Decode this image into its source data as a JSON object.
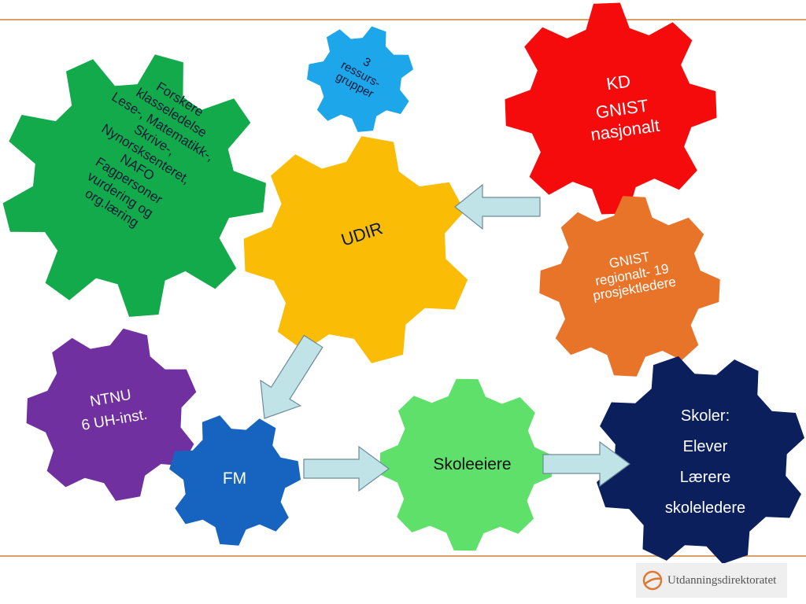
{
  "colors": {
    "rule": "#d9a066",
    "arrow_fill": "#bfe3e6",
    "arrow_stroke": "#6d8a9a",
    "green": "#12aa4a",
    "blue_small": "#1ea6ea",
    "red": "#f50b0b",
    "yellow": "#fbbc05",
    "orange": "#e8742a",
    "purple": "#7030a0",
    "blue": "#1664c0",
    "lightgreen": "#5fe06a",
    "navy": "#0b1f5c"
  },
  "gears": {
    "green": {
      "lines": [
        "Forskere",
        "klasseledelse",
        "Lese-, Matematikk-,",
        "Skrive-,",
        "Nynorsksenteret,",
        "NAFO",
        "Fagpersoner",
        "vurdering og",
        "org.læring"
      ]
    },
    "ressurs": {
      "lines": [
        "3",
        "ressurs-",
        "grupper"
      ]
    },
    "kd": {
      "lines": [
        "KD",
        "GNIST",
        "nasjonalt"
      ]
    },
    "udir": {
      "lines": [
        "UDIR"
      ]
    },
    "gnist_regional": {
      "lines": [
        "GNIST",
        "regionalt- 19",
        "prosjektledere"
      ]
    },
    "ntnu": {
      "lines": [
        "NTNU",
        "6 UH-inst."
      ]
    },
    "fm": {
      "lines": [
        "FM"
      ]
    },
    "skoleeiere": {
      "lines": [
        "Skoleeiere"
      ]
    },
    "skoler": {
      "lines": [
        "Skoler:",
        "Elever",
        "Lærere",
        "skoleledere"
      ]
    }
  },
  "logo": {
    "text": "Utdanningsdirektoratet",
    "icon": "utdanningsdirektoratet-logo-icon"
  }
}
